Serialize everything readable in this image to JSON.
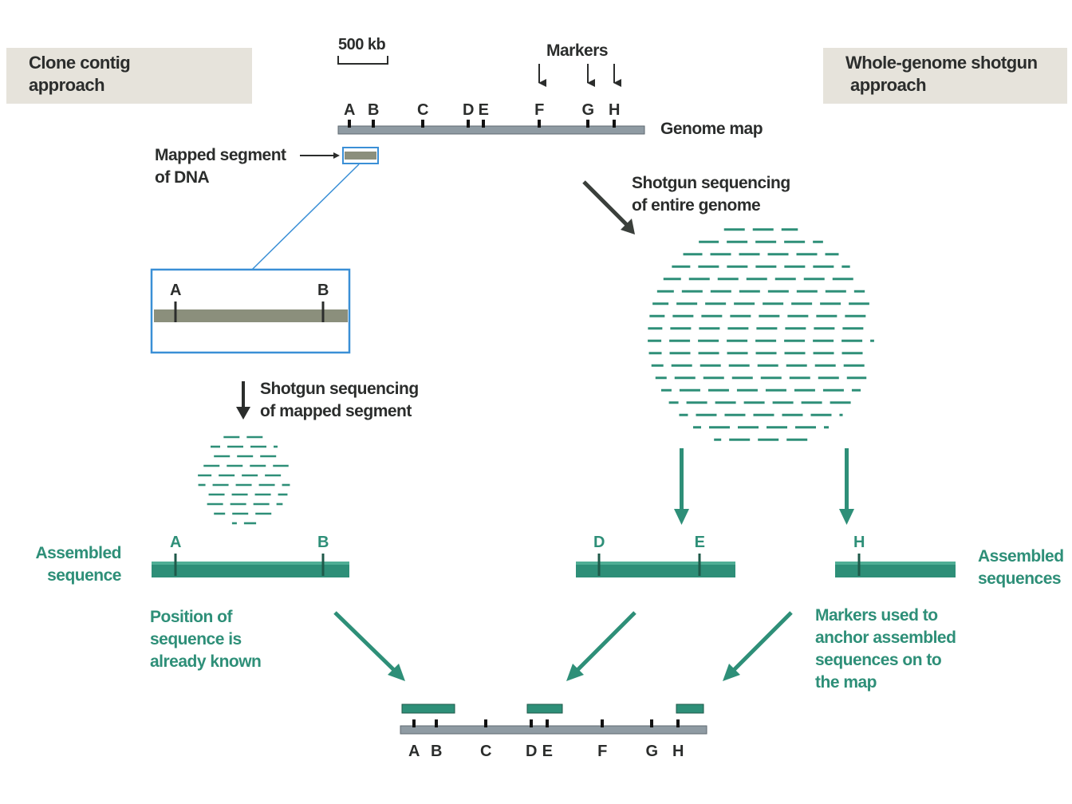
{
  "colors": {
    "teal": "#2e8f78",
    "tealLight": "#4fae95",
    "dark": "#2b2d2c",
    "chromosome": "#8f9ba3",
    "segment": "#8b8f7c",
    "headerBox": "#e6e3db",
    "zoomBorder": "#3a8fd6"
  },
  "headers": {
    "left": [
      "Clone contig",
      "approach"
    ],
    "right": [
      "Whole-genome shotgun",
      "approach"
    ]
  },
  "scale": {
    "label": "500 kb"
  },
  "markersLabel": "Markers",
  "genomeMapLabel": "Genome map",
  "markers": [
    "A",
    "B",
    "C",
    "D",
    "E",
    "F",
    "G",
    "H"
  ],
  "mappedSegment": [
    "Mapped segment",
    "of DNA"
  ],
  "zoomMarkers": [
    "A",
    "B"
  ],
  "shotgunMapped": [
    "Shotgun sequencing",
    "of mapped segment"
  ],
  "shotgunEntire": [
    "Shotgun sequencing",
    "of entire genome"
  ],
  "assembledLeft": {
    "label": [
      "Assembled",
      "sequence"
    ],
    "markers": [
      "A",
      "B"
    ]
  },
  "assembledRight": {
    "label": [
      "Assembled",
      "sequences"
    ],
    "markersDE": [
      "D",
      "E"
    ],
    "markersH": [
      "H"
    ]
  },
  "notes": {
    "position": [
      "Position of",
      "sequence is",
      "already known"
    ],
    "anchor": [
      "Markers used to",
      "anchor assembled",
      "sequences on to",
      "the map"
    ]
  },
  "bottomMarkers": [
    "A",
    "B",
    "C",
    "D",
    "E",
    "F",
    "G",
    "H"
  ]
}
